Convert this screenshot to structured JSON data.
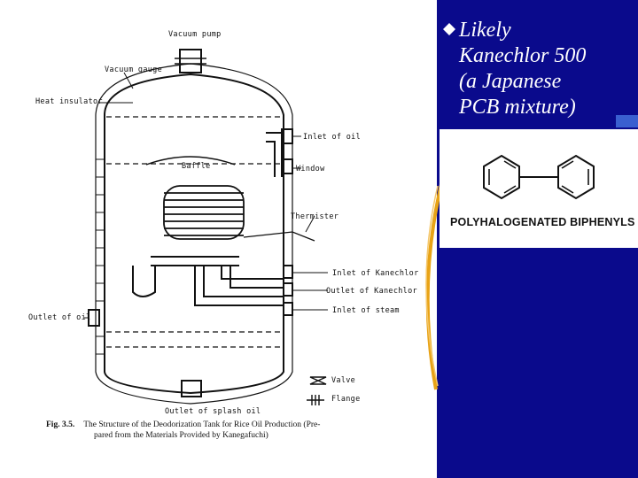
{
  "slide": {
    "bullet_text_lines": [
      "Likely",
      "Kanechlor 500",
      "(a Japanese",
      "PCB mixture)"
    ]
  },
  "diagram": {
    "labels": {
      "vacuum_pump": "Vacuum pump",
      "vacuum_gauge": "Vacuum gauge",
      "heat_insulator": "Heat insulator",
      "inlet_of_oil": "Inlet of oil",
      "window": "Window",
      "baffle": "Baffle",
      "thermister": "Thermister",
      "inlet_of_kanechlor": "Inlet of Kanechlor",
      "outlet_of_kanechlor": "Outlet of Kanechlor",
      "inlet_of_steam": "Inlet of steam",
      "outlet_of_oil": "Outlet of oil",
      "valve": "Valve",
      "flange": "Flange",
      "outlet_of_splash_oil": "Outlet of splash oil"
    },
    "caption_fig": "Fig. 3.5.",
    "caption_line1": "The Structure of the Deodorization Tank for Rice Oil Production (Pre-",
    "caption_line2": "pared from the Materials Provided by Kanegafuchi)"
  },
  "chemical": {
    "label": "POLYHALOGENATED BIPHENYLS"
  },
  "colors": {
    "panel_bg": "#0a0a8c",
    "text_light": "#ffffff",
    "accent_arc": "#e8a317"
  }
}
